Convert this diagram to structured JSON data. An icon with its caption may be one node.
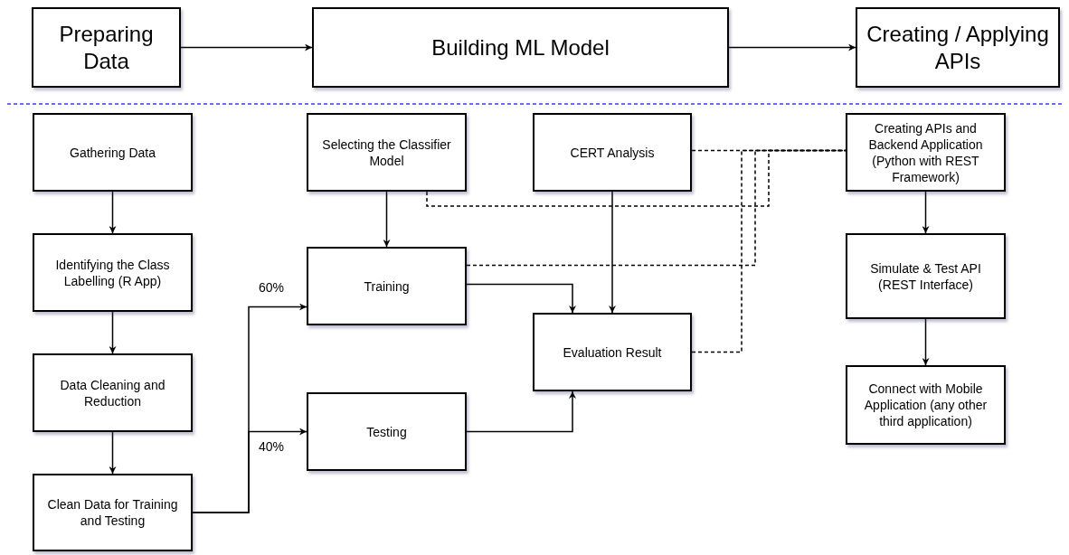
{
  "diagram": {
    "nodes": [
      {
        "text": [
          "Preparing Data"
        ]
      },
      {
        "text": [
          "Building ML Model"
        ]
      },
      {
        "text": [
          "Creating / Applying APIs"
        ]
      },
      {
        "text": [
          "Gathering Data"
        ]
      },
      {
        "text": [
          "Identifying the Class Labelling (R App)"
        ]
      },
      {
        "text": [
          "Data Cleaning and Reduction"
        ]
      },
      {
        "text": [
          "Clean Data for Training and Testing"
        ]
      },
      {
        "text": [
          "Selecting the Classifier Model"
        ]
      },
      {
        "text": [
          "CERT Analysis"
        ]
      },
      {
        "text": [
          "Training"
        ]
      },
      {
        "text": [
          "Evaluation Result"
        ]
      },
      {
        "text": [
          "Testing"
        ]
      },
      {
        "text": [
          "Creating APIs and Backend Application (Python with REST Framework)"
        ]
      },
      {
        "text": [
          "Simulate & Test API (REST Interface)"
        ]
      },
      {
        "text": [
          "Connect with Mobile Application (any other third application)"
        ]
      }
    ],
    "edges": [
      {
        "from": 0,
        "to": 1,
        "arrow": "to"
      },
      {
        "from": 1,
        "to": 2,
        "arrow": "to"
      },
      {
        "from": 3,
        "to": 4,
        "arrow": "to"
      },
      {
        "from": 4,
        "to": 5,
        "arrow": "to"
      },
      {
        "from": 5,
        "to": 6,
        "arrow": "to"
      },
      {
        "from": 6,
        "to": 9,
        "arrow": "to",
        "label": "60%"
      },
      {
        "from": 6,
        "to": 11,
        "arrow": "to",
        "label": "40%"
      },
      {
        "from": 7,
        "to": 9,
        "arrow": "to"
      },
      {
        "from": 9,
        "to": 10,
        "arrow": "to"
      },
      {
        "from": 8,
        "to": 10,
        "arrow": "to"
      },
      {
        "from": 11,
        "to": 10,
        "arrow": "to"
      },
      {
        "from": 12,
        "to": 13,
        "arrow": "to"
      },
      {
        "from": 13,
        "to": 14,
        "arrow": "to"
      },
      {
        "from": 7,
        "to": 12,
        "arrow": "none",
        "style": "dashed"
      },
      {
        "from": 8,
        "to": 12,
        "arrow": "none",
        "style": "dashed"
      },
      {
        "from": 9,
        "to": 12,
        "arrow": "none",
        "style": "dashed"
      },
      {
        "from": 10,
        "to": 12,
        "arrow": "none",
        "style": "dashed"
      }
    ]
  }
}
